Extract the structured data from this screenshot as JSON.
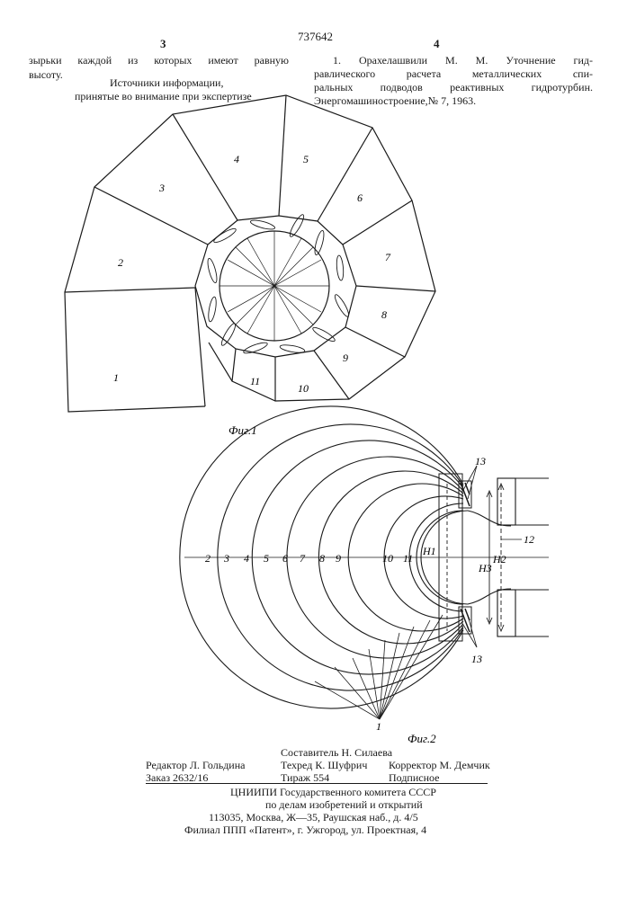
{
  "header": {
    "patent_number": "737642",
    "col_left": "3",
    "col_right": "4"
  },
  "left_column": {
    "line1": "зырьки каждой из которых имеют равную",
    "line2": "высоту.",
    "line3": "Источники информации,",
    "line4": "принятые во внимание при экспертизе"
  },
  "right_column": {
    "line1": "1. Орахелашвили М. М. Уточнение гид-",
    "line2": "равлического расчета металлических спи-",
    "line3": "ральных подводов реактивных гидротурбин.",
    "line4": "Энергомашиностроение,№ 7, 1963."
  },
  "figure1": {
    "caption": "Фиг.1",
    "sections": [
      "1",
      "2",
      "3",
      "4",
      "5",
      "6",
      "7",
      "8",
      "9",
      "10",
      "11"
    ]
  },
  "figure2": {
    "caption": "Фиг.2",
    "section_labels": [
      "2",
      "3",
      "4",
      "5",
      "6",
      "7",
      "8",
      "9",
      "10",
      "11"
    ],
    "h1": "H1",
    "h2": "H2",
    "h3": "H3",
    "label_12": "12",
    "label_13_top": "13",
    "label_13_bottom": "13",
    "label_1": "1"
  },
  "footer": {
    "compiler": "Составитель Н. Силаева",
    "editor": "Редактор Л. Гольдина",
    "techred": "Техред К. Шуфрич",
    "corrector": "Корректор М. Демчик",
    "order": "Заказ 2632/16",
    "print_run": "Тираж 554",
    "subscription": "Подписное",
    "institute": "ЦНИИПИ Государственного комитета СССР",
    "committee": "по делам изобретений и открытий",
    "address": "113035, Москва, Ж—35, Раушская наб., д. 4/5",
    "branch": "Филиал ППП «Патент», г. Ужгород, ул. Проектная, 4"
  }
}
